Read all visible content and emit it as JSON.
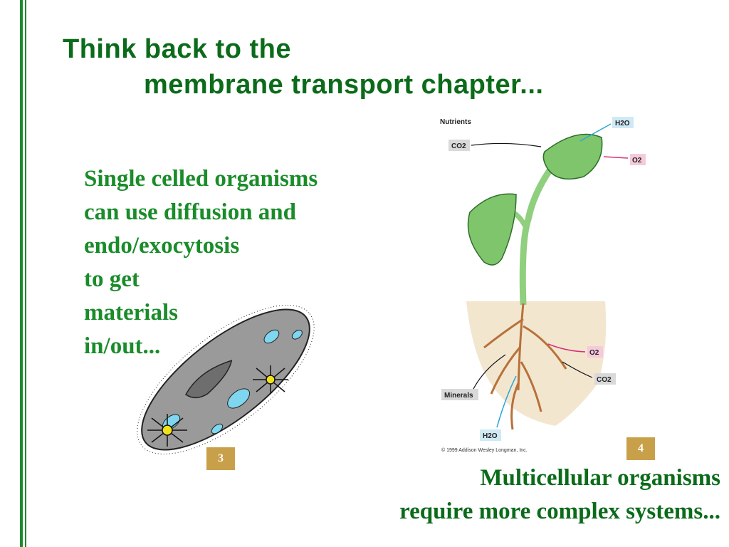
{
  "title": {
    "line1": "Think back to the",
    "line2": "membrane transport chapter..."
  },
  "body": {
    "lines": [
      "Single celled organisms",
      "can use diffusion and",
      "endo/exocytosis",
      "to get",
      "materials",
      "in/out..."
    ]
  },
  "caption": {
    "line1": "Multicellular organisms",
    "line2": "require more complex systems..."
  },
  "badges": {
    "left": "3",
    "right": "4"
  },
  "plant_labels": {
    "nutrients": "Nutrients",
    "co2_top": "CO2",
    "h2o_top": "H2O",
    "o2_top": "O2",
    "o2_root": "O2",
    "co2_root": "CO2",
    "minerals": "Minerals",
    "h2o_bottom": "H2O",
    "copyright": "© 1999 Addison Wesley Longman, Inc."
  },
  "colors": {
    "title_green": "#0b6b1a",
    "text_green": "#1a8c2a",
    "badge": "#c9a04a"
  }
}
